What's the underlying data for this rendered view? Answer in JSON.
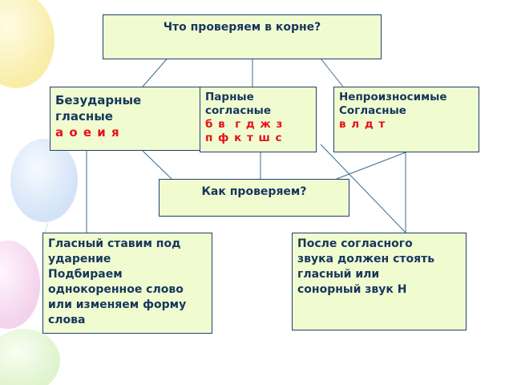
{
  "title": "Что проверяем в корне?",
  "categories": [
    {
      "label_lines": [
        "Безударные",
        "гласные"
      ],
      "letters_lines": [
        "а о е и я"
      ]
    },
    {
      "label_lines": [
        "Парные",
        "согласные"
      ],
      "letters_lines": [
        "б в  г д ж з",
        "п ф к т ш с"
      ]
    },
    {
      "label_lines": [
        "Непроизносимые",
        "Согласные"
      ],
      "letters_lines": [
        "в л д т"
      ]
    }
  ],
  "how_title": "Как проверяем?",
  "methods": [
    {
      "lines": [
        "Гласный ставим под",
        "ударение",
        "Подбираем",
        "однокоренное слово",
        "или изменяем форму",
        "слова"
      ]
    },
    {
      "lines": [
        "После согласного",
        "звука должен стоять",
        "гласный или",
        "сонорный звук Н"
      ]
    }
  ],
  "colors": {
    "box_fill": "#f0fcd0",
    "box_border": "#1f3f6e",
    "text": "#17365d",
    "letters": "#e8101a",
    "connector": "#3b6b8f"
  }
}
